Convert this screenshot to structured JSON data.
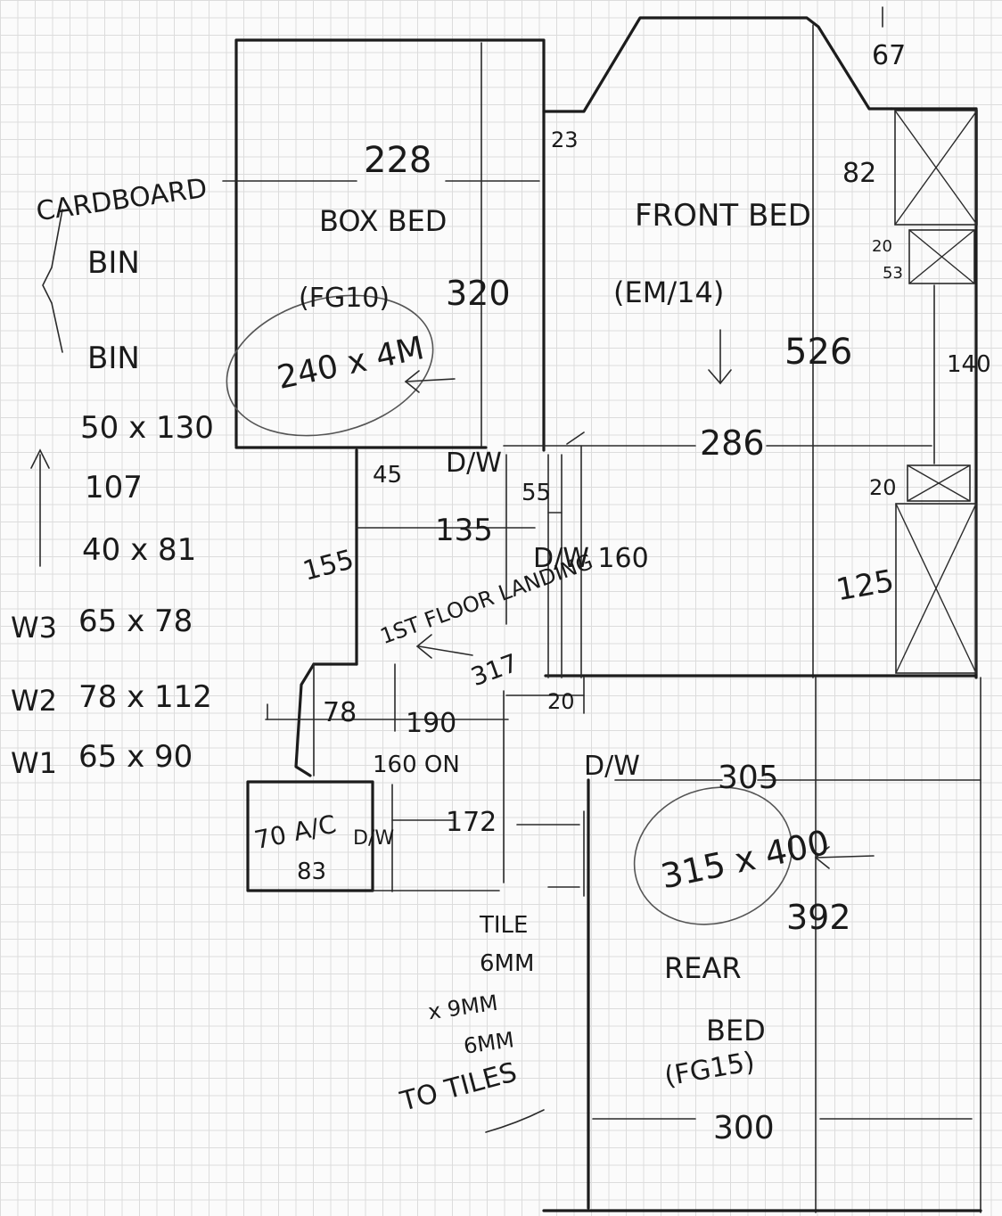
{
  "left_notes": {
    "cardboard": "CARDBOARD",
    "bin1": "BIN",
    "bin2": "BIN",
    "d1": "50 x 130",
    "d2": "107",
    "d3": "40 x 81",
    "w3_label": "W3",
    "w3": "65 x 78",
    "w2_label": "W2",
    "w2": "78 x 112",
    "w1_label": "W1",
    "w1": "65 x 90"
  },
  "box_bed": {
    "name": "BOX BED",
    "code": "(FG10)",
    "size": "240 x 4M",
    "width": "228",
    "height": "320"
  },
  "front_bed": {
    "name": "FRONT BED",
    "code": "(EM/14)",
    "height": "526",
    "width": "286",
    "offset": "23"
  },
  "right_side": {
    "top": "67",
    "a": "82",
    "b": "20",
    "c": "53",
    "d": "140",
    "e": "20",
    "f": "125"
  },
  "landing": {
    "dw1": "D/W",
    "v45": "45",
    "v55": "55",
    "v135": "135",
    "v155": "155",
    "dw160": "D/W 160",
    "name": "1ST FLOOR LANDING",
    "v317": "317",
    "v20": "20"
  },
  "bath": {
    "v78": "78",
    "v190": "190",
    "v160on": "160 ON",
    "ac": "70 A/C",
    "v83": "83",
    "dw": "D/W",
    "v172": "172",
    "tile": "TILE",
    "tile2": "6MM",
    "tile3": "x 9MM",
    "tile4": "6MM",
    "tile5": "TO TILES"
  },
  "rear_bed": {
    "dw": "D/W",
    "v305": "305",
    "size": "315 x 400",
    "v392": "392",
    "name1": "REAR",
    "name2": "BED",
    "code": "(FG15)",
    "v300": "300"
  }
}
